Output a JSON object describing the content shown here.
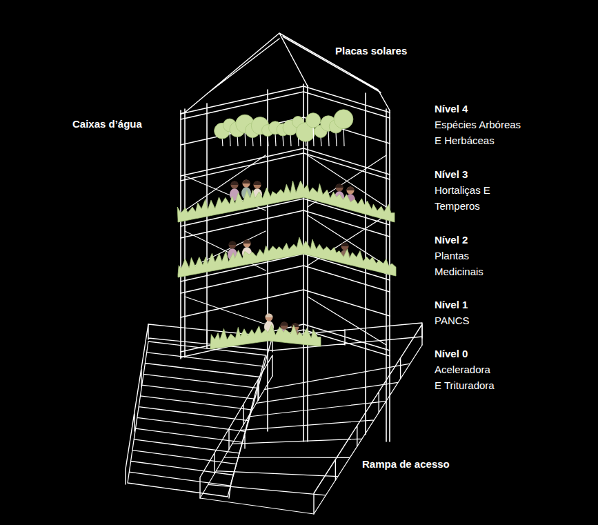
{
  "diagram": {
    "labels": [
      "Placas solares",
      "Caixas d’água",
      "Nível 4",
      "Espécies Arbóreas E Herbáceas",
      "Nível 3",
      "Hortaliças E Temperos",
      "Nível 2",
      "Plantas Medicinais",
      "Nível 1",
      "PANCS",
      "Nível 0",
      "Aceleradora E Trituradora",
      "Rampa de acesso"
    ]
  }
}
